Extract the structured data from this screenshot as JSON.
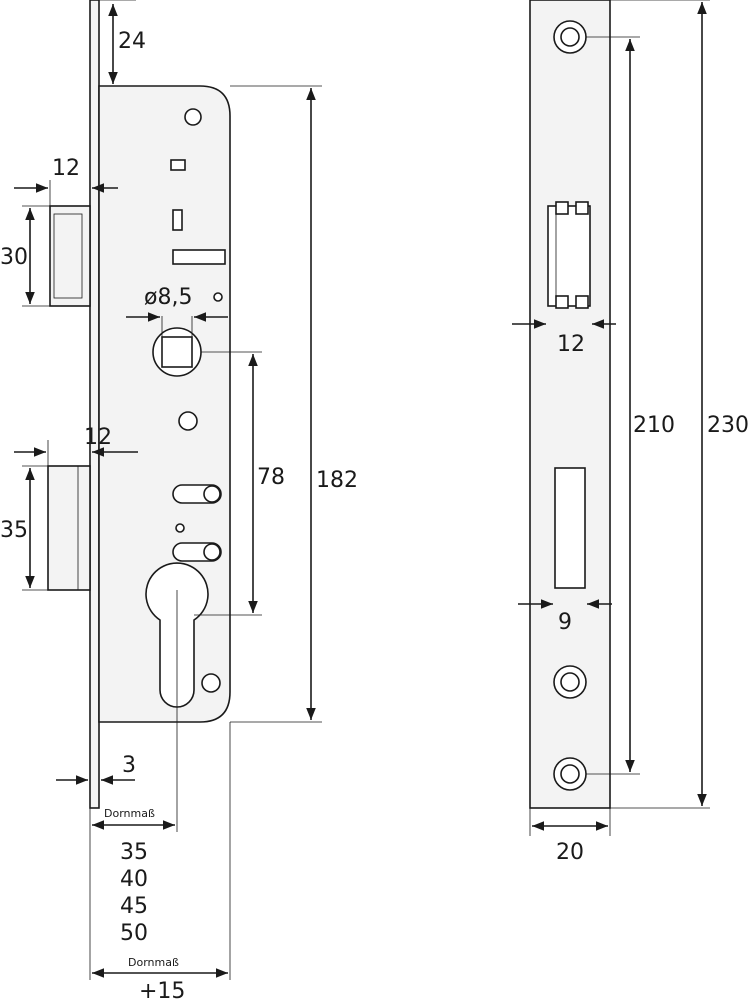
{
  "dimensions": {
    "faceplate_top_offset": "24",
    "latch_width": "12",
    "latch_height": "30",
    "spindle_diameter": "ø8,5",
    "spindle_to_cylinder": "78",
    "case_height": "182",
    "bolt_width": "12",
    "bolt_height": "35",
    "faceplate_thickness": "3",
    "backset_label": "Dornmaß",
    "backset_values": [
      "35",
      "40",
      "45",
      "50"
    ],
    "backset_plus_label": "Dornmaß",
    "backset_plus_value": "+15",
    "strike_latch_width": "12",
    "strike_bolt_width": "9",
    "strike_hole_spacing": "210",
    "strike_length": "230",
    "strike_width": "20"
  }
}
